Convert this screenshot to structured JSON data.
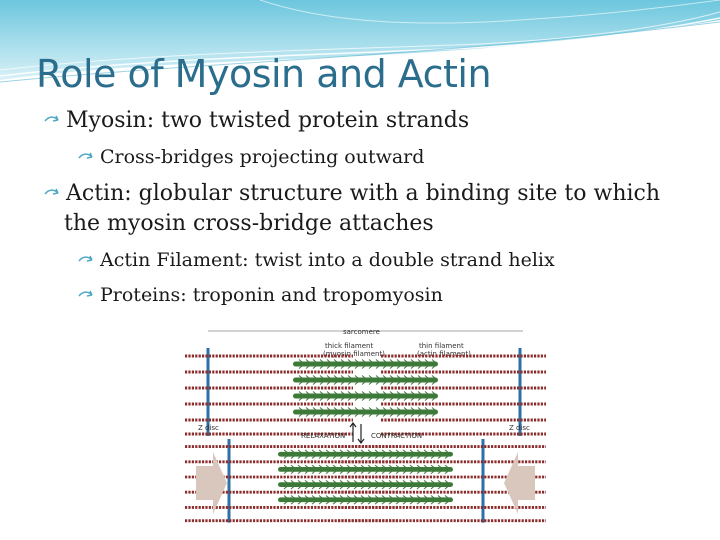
{
  "slide": {
    "title": "Role of Myosin and Actin",
    "bullets": [
      {
        "text": "Myosin: two twisted protein strands",
        "level": 1
      },
      {
        "text": "Cross-bridges projecting outward",
        "level": 2
      },
      {
        "text": "Actin: globular structure with a binding site to which",
        "level": 1
      },
      {
        "text": "the myosin cross-bridge attaches",
        "level": 1
      },
      {
        "text": "Actin Filament: twist into a double strand helix",
        "level": 2
      },
      {
        "text": "Proteins: troponin and tropomyosin",
        "level": 2
      }
    ]
  },
  "figure": {
    "labels": {
      "sarcomere": "sarcomere",
      "thick": "thick filament",
      "thick2": "(myosin filament)",
      "thin": "thin filament",
      "thin2": "(actin filament)",
      "zdisc_left": "Z disc",
      "zdisc_right": "Z disc",
      "relaxation": "RELAXATION",
      "contraction": "CONTRACTION"
    },
    "colors": {
      "z_disc": "#2e6fa8",
      "actin": "#8b2d2d",
      "myosin": "#3d7a3a",
      "arrow": "#d9c7be"
    }
  },
  "theme": {
    "title_color": "#2a6d8c",
    "accent": "#6fc3dc"
  }
}
